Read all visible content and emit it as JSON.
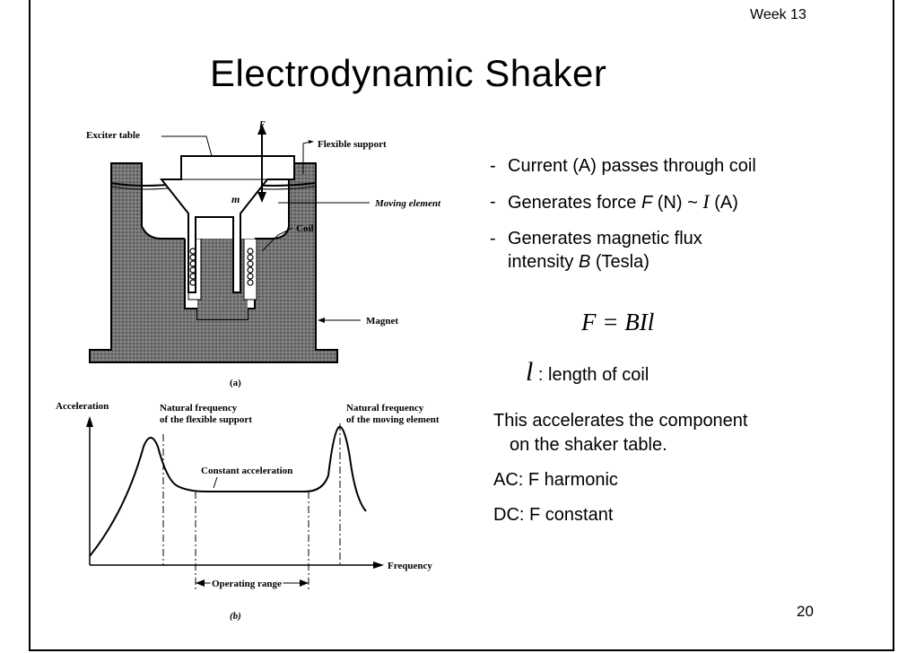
{
  "header": {
    "week": "Week 13"
  },
  "title": "Electrodynamic Shaker",
  "page_number": "20",
  "bullets": [
    {
      "text": "Current (A) passes through coil"
    },
    {
      "pre": "Generates force ",
      "var1": "F",
      "mid": " (N) ~ ",
      "var2": "I",
      "post": " (A)"
    },
    {
      "line1": "Generates magnetic flux",
      "pre": "intensity ",
      "var": "B",
      "post": " (Tesla)"
    }
  ],
  "bullet_marker": "-",
  "equation": "F = BIl",
  "l_definition": {
    "var": "l",
    "text": " : length of coil"
  },
  "paragraphs": {
    "p1_line1": "This accelerates the component",
    "p1_line2": "on the shaker table.",
    "ac": "AC: F harmonic",
    "dc": "DC: F constant"
  },
  "figure_a": {
    "labels": {
      "exciter_table": "Exciter table",
      "flexible_support": "Flexible support",
      "force_dir": "F",
      "mass": "m",
      "moving_element": "Moving element",
      "coil": "Coil",
      "magnet": "Magnet",
      "caption": "(a)"
    }
  },
  "figure_b": {
    "labels": {
      "y_axis": "Acceleration",
      "nf_support_1": "Natural frequency",
      "nf_support_2": "of the flexible support",
      "nf_moving_1": "Natural frequency",
      "nf_moving_2": "of the moving element",
      "constant": "Constant acceleration",
      "x_axis": "Frequency",
      "operating": "Operating range",
      "caption": "(b)"
    }
  },
  "colors": {
    "magnet_fill": "#6b6b6b",
    "ink": "#000000",
    "background": "#ffffff"
  }
}
